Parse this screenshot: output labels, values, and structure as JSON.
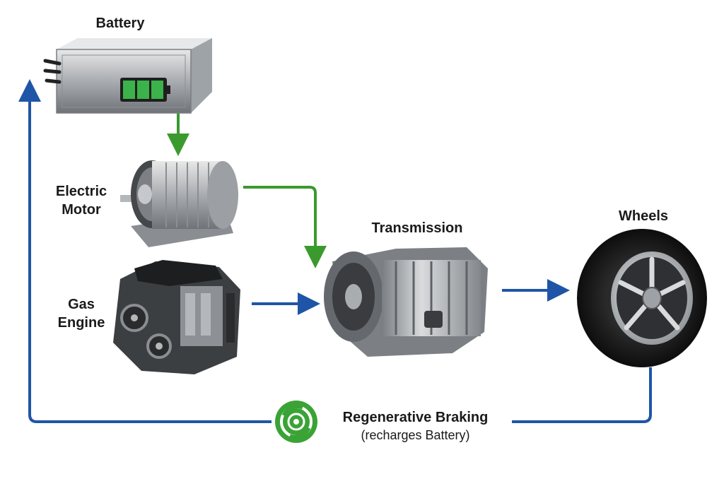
{
  "components": {
    "battery": "Battery",
    "electric_motor": [
      "Electric",
      "Motor"
    ],
    "gas_engine": [
      "Gas",
      "Engine"
    ],
    "transmission": "Transmission",
    "wheels": "Wheels"
  },
  "regen": {
    "title": "Regenerative Braking",
    "subtitle": "(recharges Battery)"
  },
  "colors": {
    "electric_flow": "#3a9a2e",
    "mechanical_flow": "#1f55a6",
    "regen_icon": "#3aa335"
  },
  "icons": [
    "battery-icon",
    "electric-motor-icon",
    "gas-engine-icon",
    "transmission-icon",
    "wheel-icon",
    "regenerative-braking-icon"
  ]
}
